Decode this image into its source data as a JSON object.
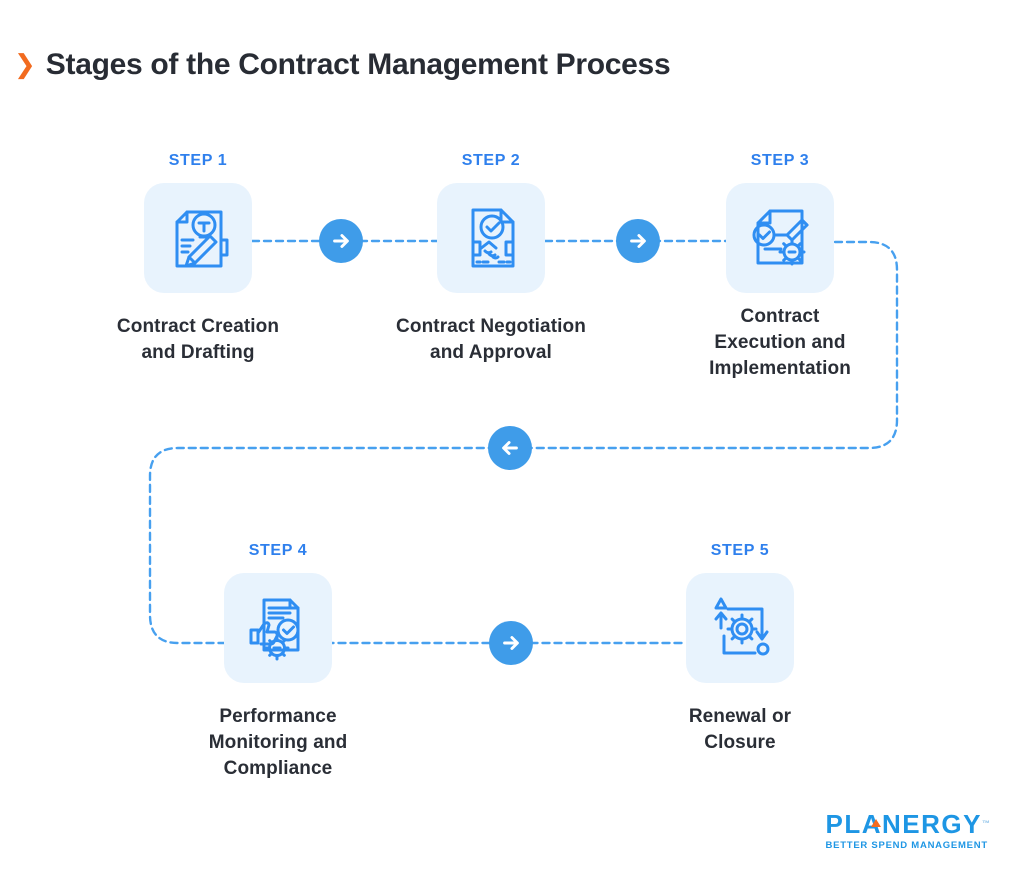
{
  "title": {
    "chevron": "❯",
    "text": "Stages of the Contract Management Process"
  },
  "steps": [
    {
      "label": "STEP 1",
      "caption": "Contract Creation\nand Drafting",
      "icon": "contract-creation-icon"
    },
    {
      "label": "STEP 2",
      "caption": "Contract Negotiation\nand Approval",
      "icon": "contract-negotiation-icon"
    },
    {
      "label": "STEP 3",
      "caption": "Contract\nExecution and\nImplementation",
      "icon": "contract-execution-icon"
    },
    {
      "label": "STEP 4",
      "caption": "Performance\nMonitoring and\nCompliance",
      "icon": "performance-monitoring-icon"
    },
    {
      "label": "STEP 5",
      "caption": "Renewal or\nClosure",
      "icon": "renewal-closure-icon"
    }
  ],
  "connectors": [
    {
      "from": "STEP 1",
      "to": "STEP 2",
      "direction": "right"
    },
    {
      "from": "STEP 2",
      "to": "STEP 3",
      "direction": "right"
    },
    {
      "from": "STEP 3",
      "to": "STEP 4",
      "direction": "left"
    },
    {
      "from": "STEP 4",
      "to": "STEP 5",
      "direction": "right"
    }
  ],
  "logo": {
    "name": "PLANERGY",
    "tm": "™",
    "tagline": "BETTER SPEND MANAGEMENT"
  },
  "colors": {
    "accent_orange": "#f26b1f",
    "step_label_blue": "#2f80ed",
    "icon_stroke_blue": "#2f8ef2",
    "box_background": "#e8f3fd",
    "arrow_circle_blue": "#3f9ce9",
    "dash_line_blue": "#47a0ef",
    "text_dark": "#2a2e36",
    "logo_blue": "#1e96e4"
  }
}
